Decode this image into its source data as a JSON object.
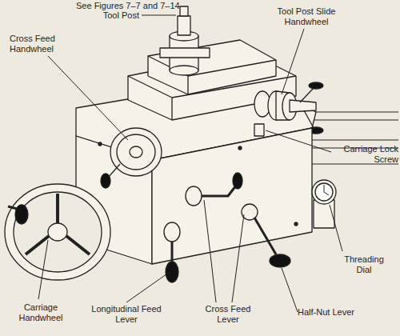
{
  "diagram": {
    "labels": [
      "See Figures 7–7 and 7–14",
      "Tool Post",
      "Tool Post Slide Handwheel",
      "Cross Feed Handwheel",
      "Carriage Lock Screw",
      "Threading Dial",
      "Carriage Handwheel",
      "Longitudinal Feed Lever",
      "Cross Feed Lever",
      "Half-Nut Lever"
    ]
  }
}
